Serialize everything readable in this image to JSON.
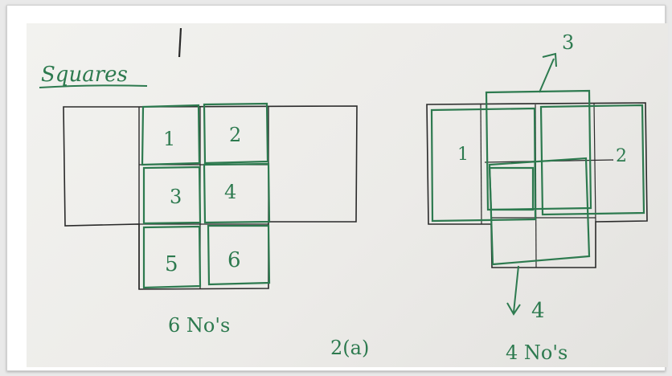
{
  "diagram": {
    "heading": "Squares",
    "figure_label": "2(a)",
    "left_figure": {
      "square_labels": [
        "1",
        "2",
        "3",
        "4",
        "5",
        "6"
      ],
      "count_caption": "6 No's"
    },
    "right_figure": {
      "square_labels": [
        "1",
        "2",
        "3",
        "4"
      ],
      "count_caption": "4 No's"
    },
    "colors": {
      "ink": "#2a2a2a",
      "marker": "#2d7a4f",
      "paper": "#ecebe8"
    }
  }
}
